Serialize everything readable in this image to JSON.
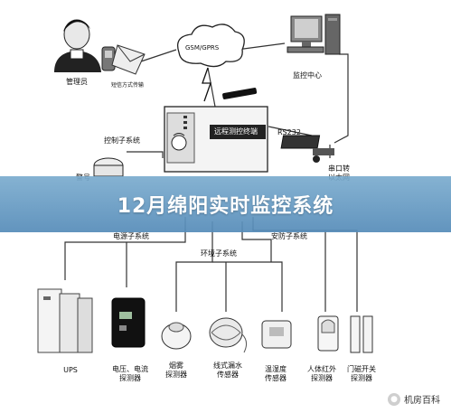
{
  "banner": {
    "title": "12月绵阳实时监控系统"
  },
  "diagram": {
    "manager": "管理员",
    "notify": "短信方式传输",
    "gsm": "GSM/GPRS",
    "center": "监控中心",
    "main_unit": "远程测控终端",
    "rs232": "RS232",
    "converter": "串口转\n以太网",
    "control_sub": "控制子系统",
    "alarm": "警号",
    "power_sub": "电源子系统",
    "env_sub": "环境子系统",
    "security_sub": "安防子系统",
    "devices": {
      "ups": "UPS",
      "volt": "电压、电流\n探测器",
      "smoke": "烟雾\n探测器",
      "water": "线式漏水\n传感器",
      "temp": "温湿度\n传感器",
      "ir": "人体红外\n探测器",
      "door": "门磁开关\n探测器"
    }
  },
  "watermark": "机房百科"
}
